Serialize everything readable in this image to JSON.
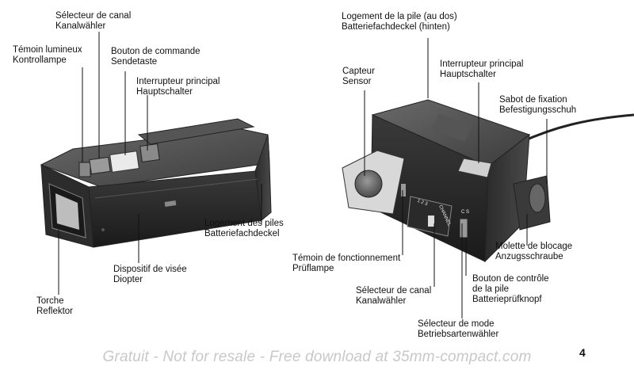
{
  "labels": {
    "channel_selector_left": [
      "Sélecteur de canal",
      "Kanalwähler"
    ],
    "indicator_lamp": [
      "Témoin lumineux",
      "Kontrollampe"
    ],
    "control_button": [
      "Bouton de commande",
      "Sendetaste"
    ],
    "main_switch_left": [
      "Interrupteur principal",
      "Hauptschalter"
    ],
    "battery_housing": [
      "Logement des piles",
      "Batteriefachdeckel"
    ],
    "viewfinder": [
      "Dispositif de visée",
      "Diopter"
    ],
    "reflector": [
      "Torche",
      "Reflektor"
    ],
    "battery_cover_back": [
      "Logement de la pile (au dos)",
      "Batteriefachdeckel (hinten)"
    ],
    "sensor": [
      "Capteur",
      "Sensor"
    ],
    "main_switch_right": [
      "Interrupteur principal",
      "Hauptschalter"
    ],
    "mounting_shoe": [
      "Sabot de fixation",
      "Befestigungsschuh"
    ],
    "function_lamp": [
      "Témoin de fonctionnement",
      "Prüflampe"
    ],
    "locking_wheel": [
      "Molette de blocage",
      "Anzugsschraube"
    ],
    "channel_selector_right": [
      "Sélecteur de canal",
      "Kanalwähler"
    ],
    "battery_check_button": [
      "Bouton de contrôle",
      "de la pile",
      "Batterieprüfknopf"
    ],
    "mode_selector": [
      "Sélecteur de mode",
      "Betriebsartenwähler"
    ]
  },
  "device_markings": {
    "channel_word": "CHANNEL",
    "channel_numbers": "1 2 3",
    "mode_letters": "C S"
  },
  "page_number": "4",
  "watermark": "Gratuit - Not for resale - Free download at 35mm-compact.com"
}
